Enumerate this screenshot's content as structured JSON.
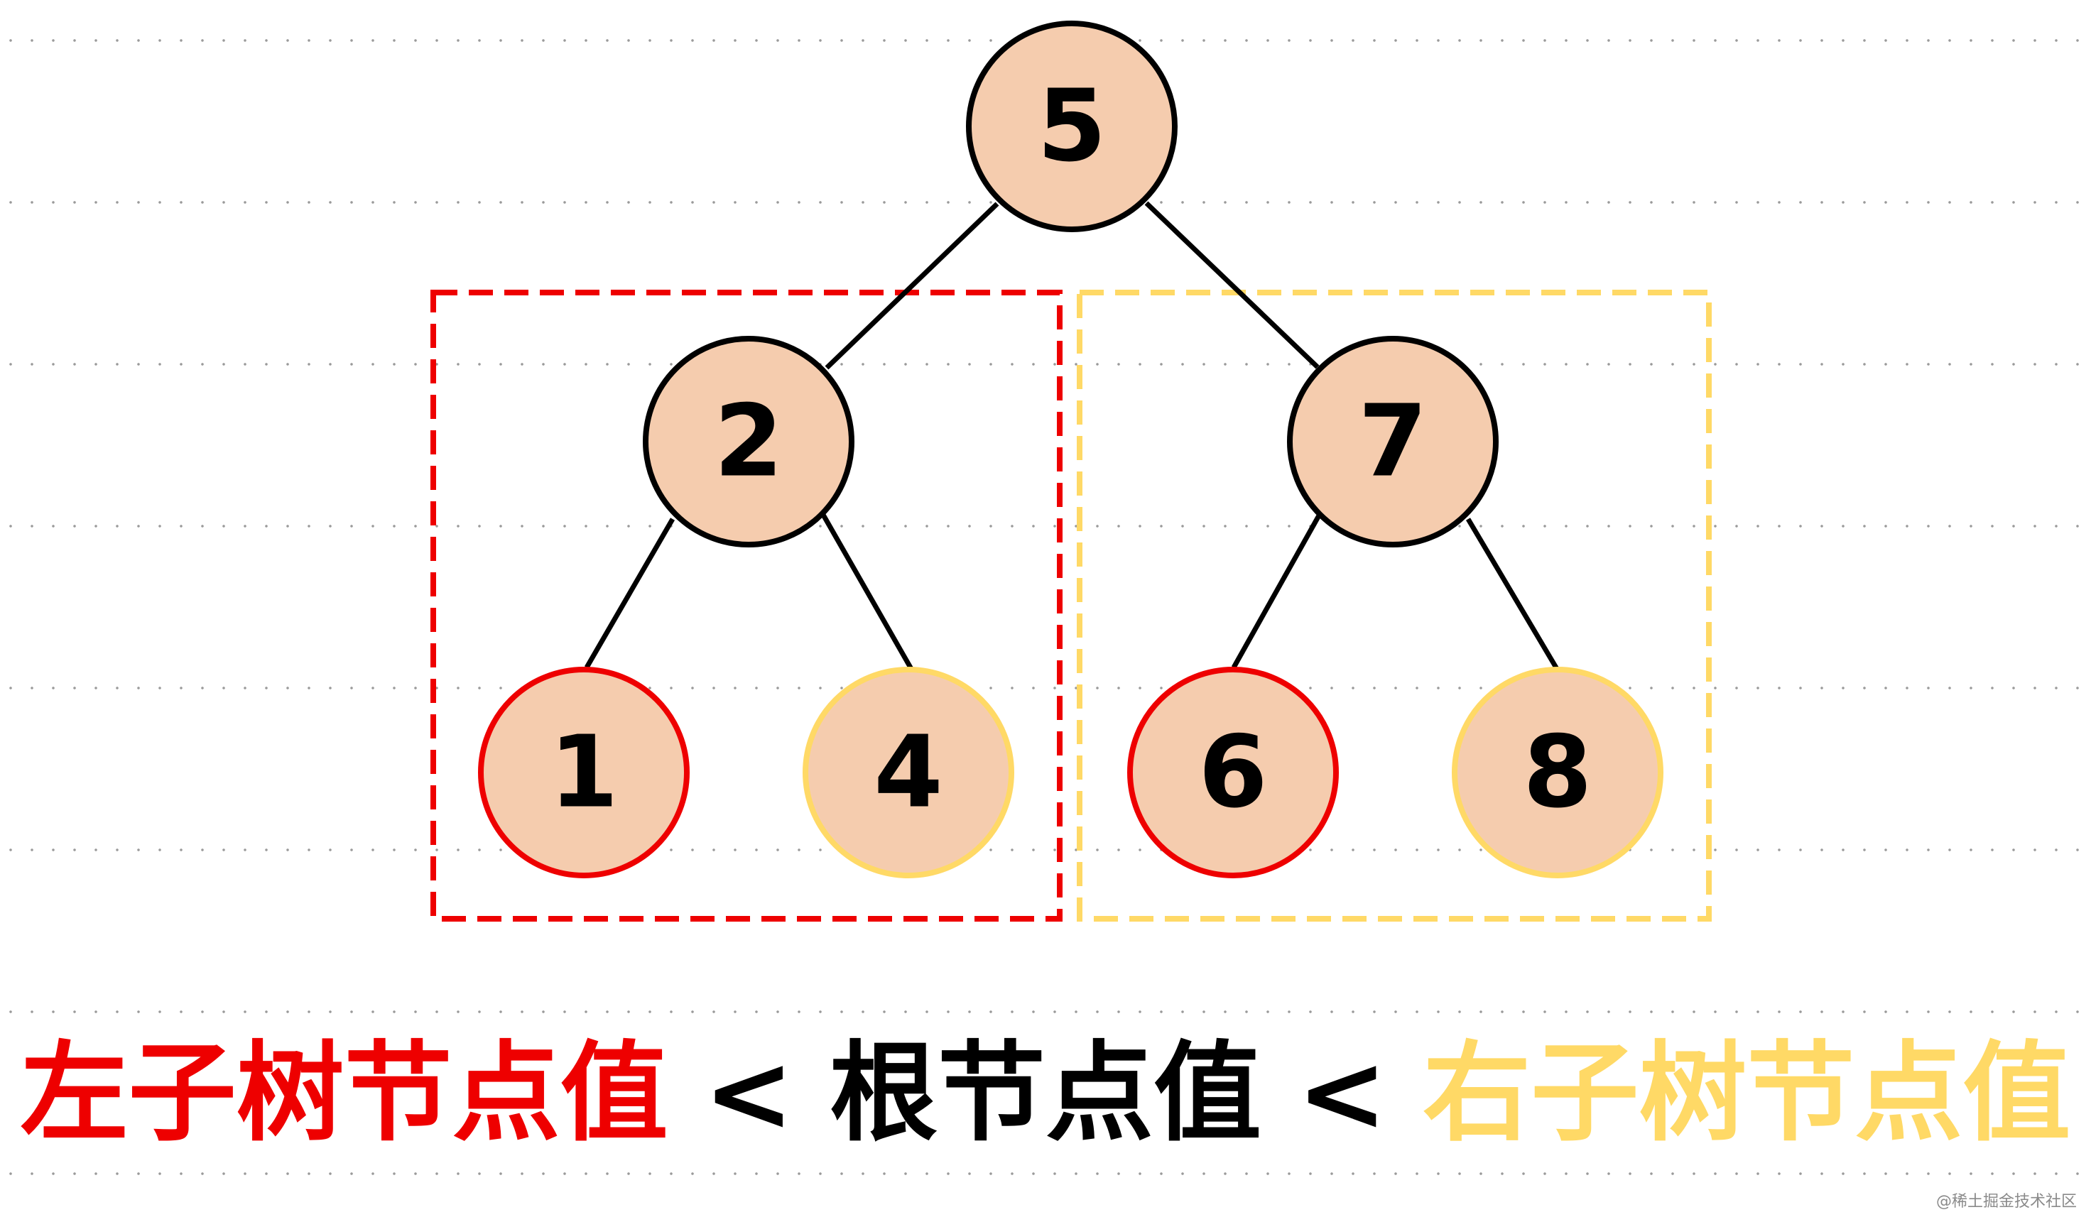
{
  "colors": {
    "node_fill": "#F5CCAE",
    "node_stroke": "#000000",
    "left_subtree": "#EE0000",
    "right_subtree": "#FFD966",
    "root_text": "#000000",
    "edge": "#000000"
  },
  "tree": {
    "root": "5",
    "left": "2",
    "right": "7",
    "left_left": "1",
    "left_right": "4",
    "right_left": "6",
    "right_right": "8"
  },
  "caption": {
    "left_part": "左子树节点值",
    "op1": "<",
    "middle_part": "根节点值",
    "op2": "<",
    "right_part": "右子树节点值"
  },
  "watermark": "@稀土掘金技术社区"
}
